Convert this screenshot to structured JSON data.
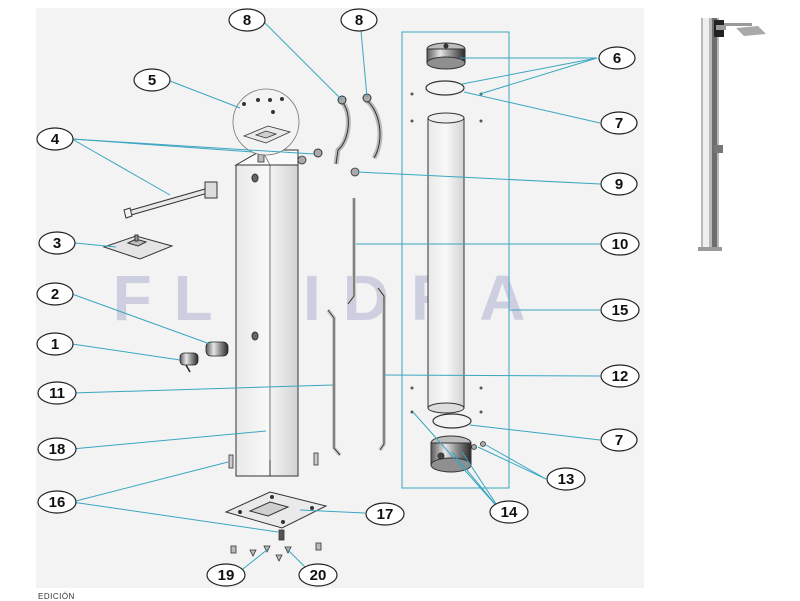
{
  "watermark": "FLUIDRA",
  "callouts": [
    {
      "id": "c1",
      "number": "1"
    },
    {
      "id": "c2",
      "number": "2"
    },
    {
      "id": "c3",
      "number": "3"
    },
    {
      "id": "c4",
      "number": "4"
    },
    {
      "id": "c5",
      "number": "5"
    },
    {
      "id": "c6",
      "number": "6"
    },
    {
      "id": "c7a",
      "number": "7"
    },
    {
      "id": "c7b",
      "number": "7"
    },
    {
      "id": "c8a",
      "number": "8"
    },
    {
      "id": "c8b",
      "number": "8"
    },
    {
      "id": "c9",
      "number": "9"
    },
    {
      "id": "c10",
      "number": "10"
    },
    {
      "id": "c11",
      "number": "11"
    },
    {
      "id": "c12",
      "number": "12"
    },
    {
      "id": "c13",
      "number": "13"
    },
    {
      "id": "c14",
      "number": "14"
    },
    {
      "id": "c15",
      "number": "15"
    },
    {
      "id": "c16",
      "number": "16"
    },
    {
      "id": "c17",
      "number": "17"
    },
    {
      "id": "c18",
      "number": "18"
    },
    {
      "id": "c19",
      "number": "19"
    },
    {
      "id": "c20",
      "number": "20"
    }
  ],
  "footer_text": "EDICIÓN",
  "colors": {
    "leader": "#3aa6c0",
    "line": "#333333",
    "panel": "#f3f3f3",
    "steel": "#d9d9d9",
    "watermark": "#c7c9de"
  }
}
